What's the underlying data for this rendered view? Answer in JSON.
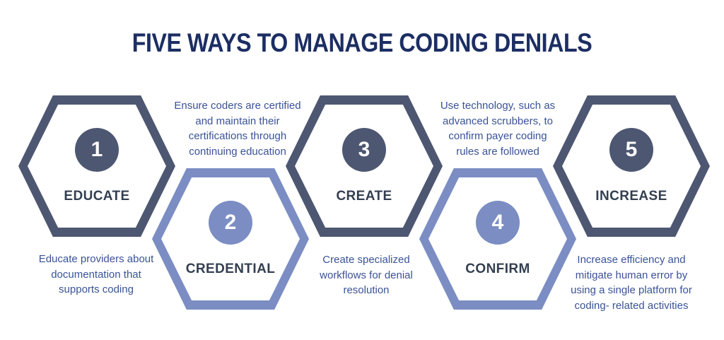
{
  "title": "FIVE WAYS TO MANAGE CODING DENIALS",
  "colors": {
    "dark": "#4d5772",
    "light": "#7b8dc3",
    "title": "#1c2e63",
    "label": "#333f50",
    "desc": "#3a5397"
  },
  "steps": [
    {
      "number": "1",
      "label": "EDUCATE",
      "theme": "dark",
      "description_position": "below",
      "lines": [
        "Educate providers about",
        "documentation that",
        "supports coding"
      ]
    },
    {
      "number": "2",
      "label": "CREDENTIAL",
      "theme": "light",
      "description_position": "above",
      "lines": [
        "Ensure coders are certified",
        "and maintain their",
        "certifications through",
        "continuing education"
      ]
    },
    {
      "number": "3",
      "label": "CREATE",
      "theme": "dark",
      "description_position": "below",
      "lines": [
        "Create specialized",
        "workflows for denial",
        "resolution"
      ]
    },
    {
      "number": "4",
      "label": "CONFIRM",
      "theme": "light",
      "description_position": "above",
      "lines": [
        "Use technology, such as",
        "advanced scrubbers, to",
        "confirm payer coding",
        "rules are followed"
      ]
    },
    {
      "number": "5",
      "label": "INCREASE",
      "theme": "dark",
      "description_position": "below",
      "lines": [
        "Increase efficiency and",
        "mitigate human error by",
        "using a single platform for",
        "coding- related activities"
      ]
    }
  ]
}
